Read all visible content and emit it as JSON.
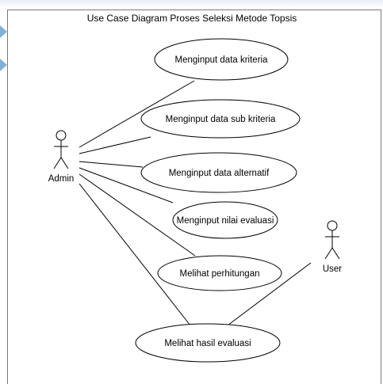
{
  "diagram": {
    "title": "Use Case Diagram Proses Seleksi Metode Topsis",
    "actors": [
      {
        "id": "admin",
        "label": "Admin"
      },
      {
        "id": "user",
        "label": "User"
      }
    ],
    "use_cases": [
      {
        "id": "uc1",
        "label": "Menginput data kriteria"
      },
      {
        "id": "uc2",
        "label": "Menginput data sub kriteria"
      },
      {
        "id": "uc3",
        "label": "Menginput data alternatif"
      },
      {
        "id": "uc4",
        "label": "Menginput nilai evaluasi"
      },
      {
        "id": "uc5",
        "label": "Melihat perhitungan"
      },
      {
        "id": "uc6",
        "label": "Melihat hasil evaluasi"
      }
    ],
    "associations": [
      {
        "from": "admin",
        "to": "uc1"
      },
      {
        "from": "admin",
        "to": "uc2"
      },
      {
        "from": "admin",
        "to": "uc3"
      },
      {
        "from": "admin",
        "to": "uc4"
      },
      {
        "from": "admin",
        "to": "uc5"
      },
      {
        "from": "admin",
        "to": "uc6"
      },
      {
        "from": "user",
        "to": "uc6"
      }
    ],
    "colors": {
      "stroke": "#000000",
      "background": "#ffffff",
      "accent": "#4a90c8"
    }
  }
}
